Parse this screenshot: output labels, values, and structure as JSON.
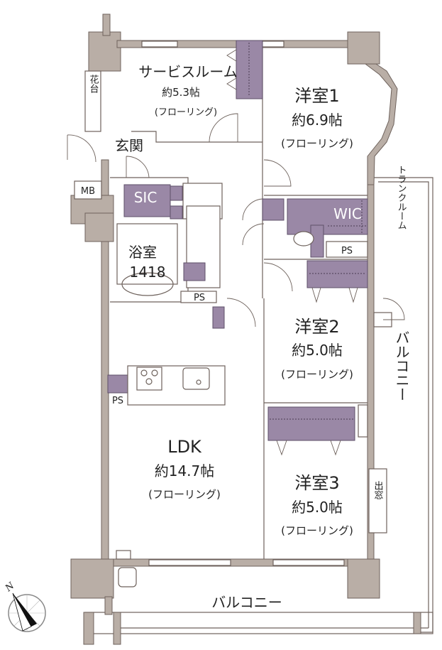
{
  "floor_plan": {
    "rooms": {
      "service_room": {
        "name": "サービスルーム",
        "size": "約5.3帖",
        "floor": "(フローリング)"
      },
      "western1": {
        "name": "洋室1",
        "size": "約6.9帖",
        "floor": "(フローリング)"
      },
      "western2": {
        "name": "洋室2",
        "size": "約5.0帖",
        "floor": "(フローリング)"
      },
      "western3": {
        "name": "洋室3",
        "size": "約5.0帖",
        "floor": "(フローリング)"
      },
      "ldk": {
        "name": "LDK",
        "size": "約14.7帖",
        "floor": "(フローリング)"
      },
      "entrance": {
        "name": "玄関"
      },
      "bath": {
        "name": "浴室",
        "size": "1418"
      }
    },
    "labels": {
      "flower_stand": "花台",
      "mb": "MB",
      "sic": "SIC",
      "wic": "WIC",
      "ps_toilet": "PS",
      "ps_bath": "PS",
      "ps_kitchen": "PS",
      "trunk_room": "トランクルーム",
      "balcony_side": "バルコニー",
      "balcony_bottom": "バルコニー",
      "bay_window": "出窓",
      "compass_north": "N"
    },
    "colors": {
      "wall": "#b9aea6",
      "storage": "#9a88a6"
    }
  }
}
